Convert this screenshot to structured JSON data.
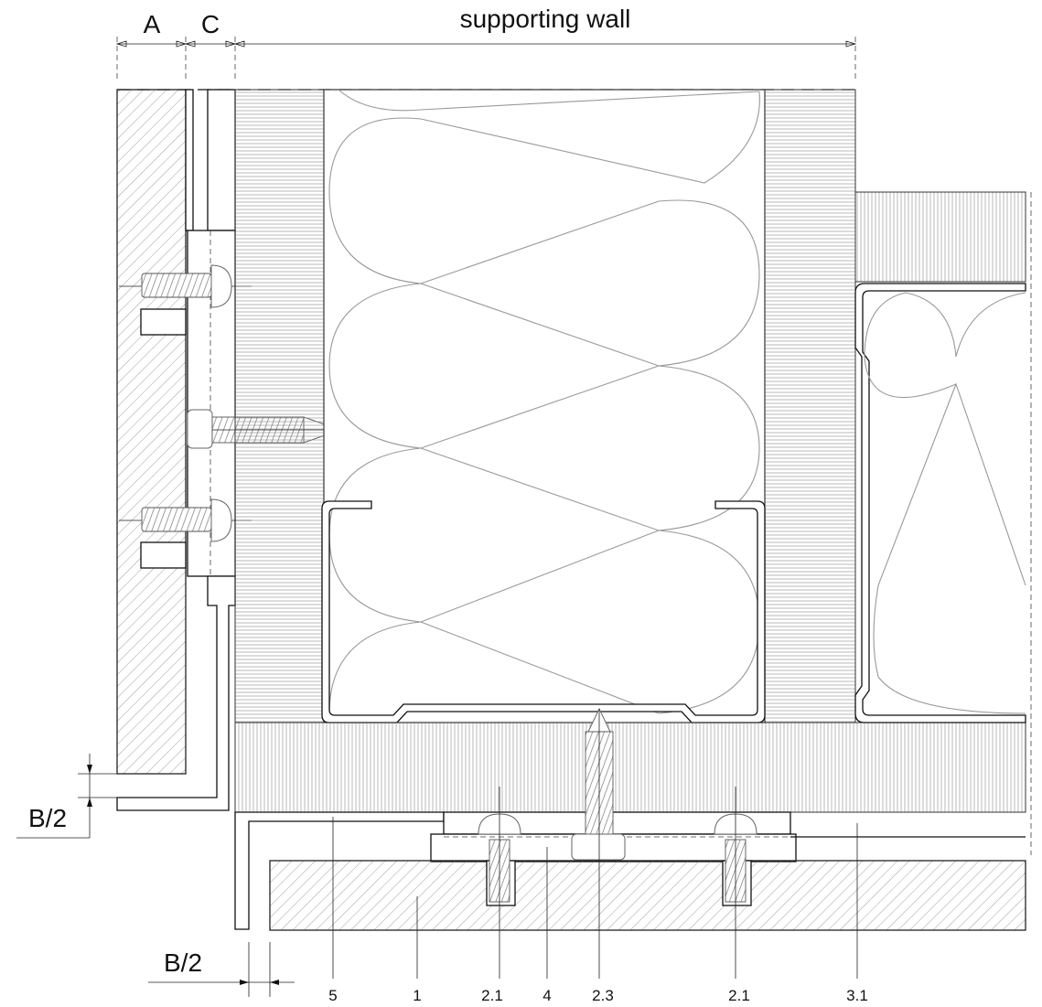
{
  "dimensions": {
    "top_a": "A",
    "top_c": "C",
    "top_wall": "supporting wall",
    "left_b2": "B/2",
    "bottom_b2": "B/2"
  },
  "callouts": [
    "5",
    "1",
    "2.1",
    "4",
    "2.3",
    "2.1",
    "3.1"
  ]
}
